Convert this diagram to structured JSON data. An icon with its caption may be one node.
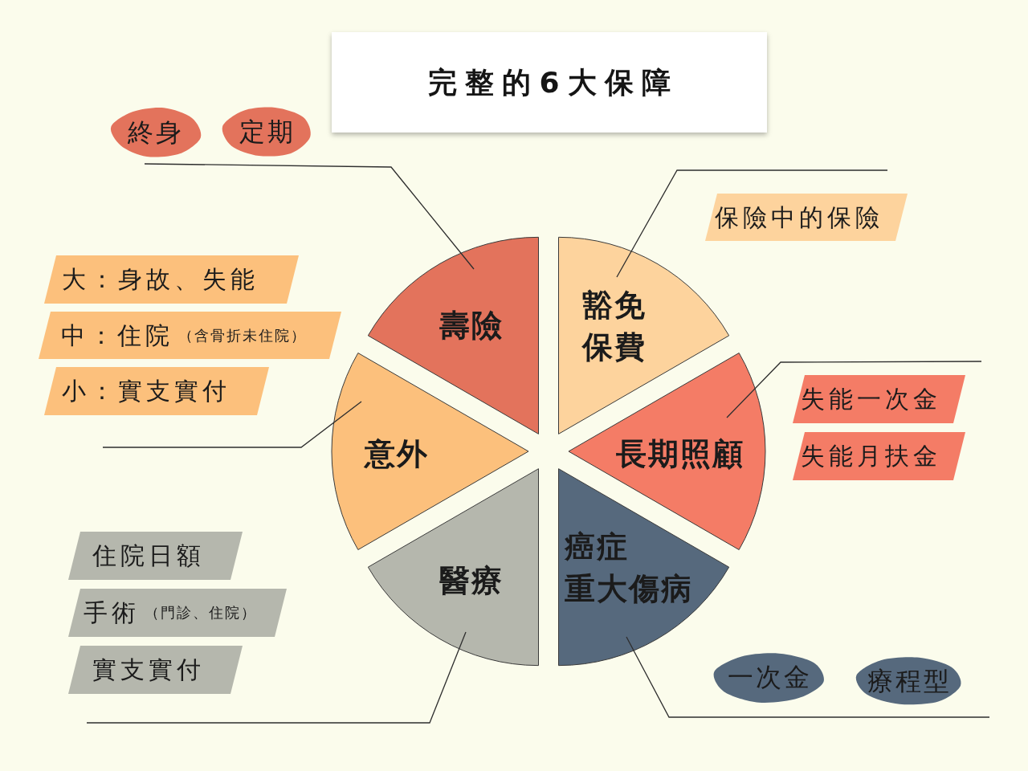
{
  "diagram": {
    "title": "完整的6大保障",
    "nodes": [
      {
        "text": [
          "終身"
        ]
      },
      {
        "text": [
          "定期"
        ]
      },
      {
        "text": [
          "壽險"
        ]
      },
      {
        "text": [
          "豁免保費"
        ]
      },
      {
        "text": [
          "保險中的保險"
        ]
      },
      {
        "text": [
          "大：身故、失能"
        ]
      },
      {
        "text": [
          "中：住院",
          "（含骨折未住院）"
        ]
      },
      {
        "text": [
          "小：實支實付"
        ]
      },
      {
        "text": [
          "意外"
        ]
      },
      {
        "text": [
          "長期照顧"
        ]
      },
      {
        "text": [
          "失能一次金"
        ]
      },
      {
        "text": [
          "失能月扶金"
        ]
      },
      {
        "text": [
          "醫療"
        ]
      },
      {
        "text": [
          "癌症",
          "重大傷病"
        ]
      },
      {
        "text": [
          "住院日額"
        ]
      },
      {
        "text": [
          "手術",
          "（門診、住院）"
        ]
      },
      {
        "text": [
          "實支實付"
        ]
      },
      {
        "text": [
          "一次金"
        ]
      },
      {
        "text": [
          "療程型"
        ]
      }
    ],
    "edges": [
      {
        "from": 2,
        "to": 0,
        "arrow": "none"
      },
      {
        "from": 3,
        "to": null,
        "arrow": "none"
      },
      {
        "from": 8,
        "to": null,
        "arrow": "none"
      },
      {
        "from": 9,
        "to": null,
        "arrow": "none"
      },
      {
        "from": 12,
        "to": null,
        "arrow": "none"
      },
      {
        "from": 13,
        "to": null,
        "arrow": "none"
      }
    ]
  }
}
